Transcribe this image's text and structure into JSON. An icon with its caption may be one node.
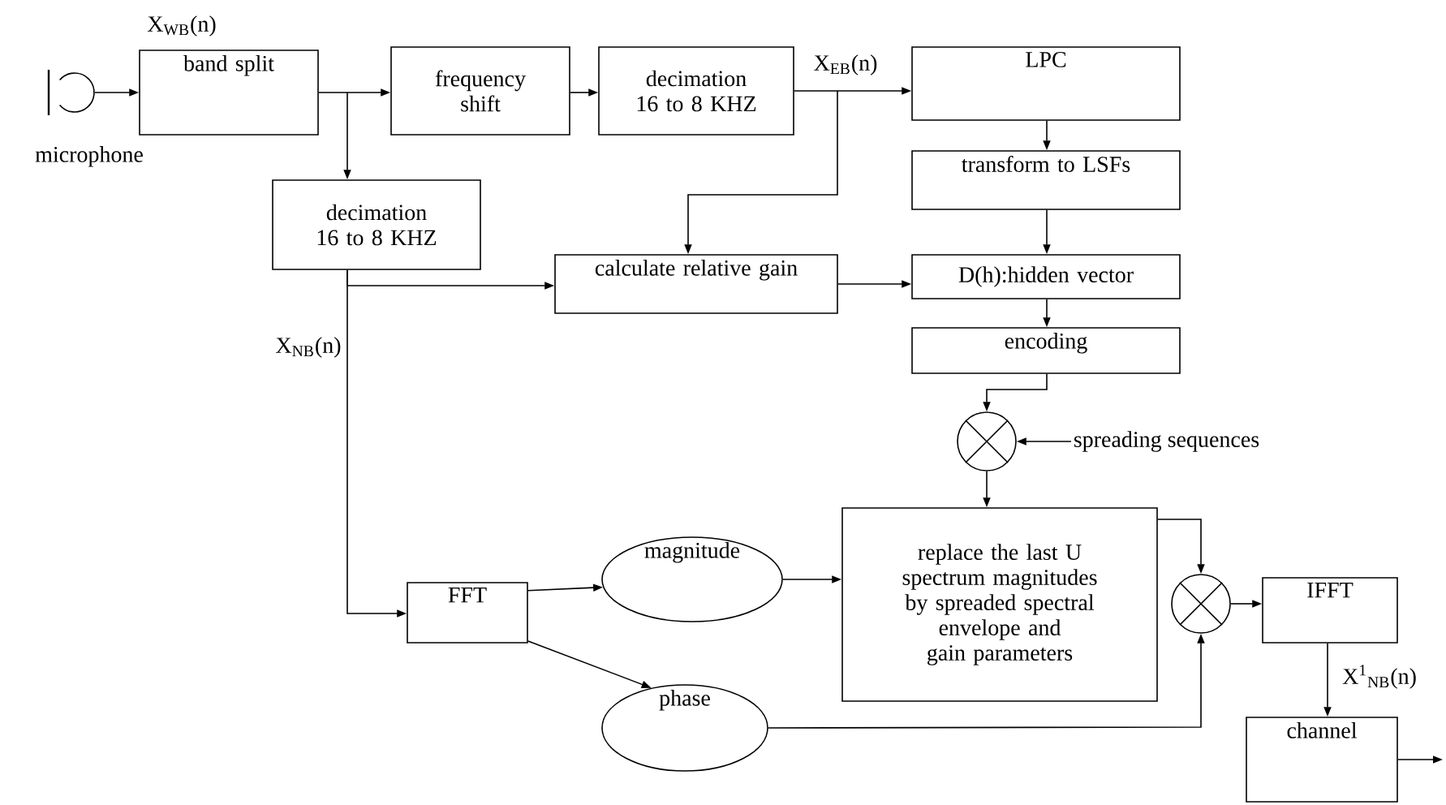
{
  "diagram": {
    "nodes": [
      {
        "text": [
          "microphone"
        ]
      },
      {
        "text": [
          "band split"
        ]
      },
      {
        "text": [
          "frequency shift"
        ]
      },
      {
        "text": [
          "decimation 16 to 8 KHZ"
        ]
      },
      {
        "text": [
          "LPC"
        ]
      },
      {
        "text": [
          "transform to LSFs"
        ]
      },
      {
        "text": [
          "decimation 16 to 8 KHZ"
        ]
      },
      {
        "text": [
          "calculate relative gain"
        ]
      },
      {
        "text": [
          "D(h):hidden vector"
        ]
      },
      {
        "text": [
          "encoding"
        ]
      },
      {
        "text": [],
        "shape": "circle"
      },
      {
        "text": [
          "spreading sequences"
        ]
      },
      {
        "text": [
          "FFT"
        ]
      },
      {
        "text": [
          "magnitude"
        ]
      },
      {
        "text": [
          "phase"
        ]
      },
      {
        "text": [
          "replace the last U spectrum magnitudes by spreaded spectral envelope and gain parameters"
        ]
      },
      {
        "text": [],
        "shape": "circle"
      },
      {
        "text": [
          "IFFT"
        ]
      },
      {
        "text": [
          "channel"
        ]
      }
    ],
    "edges": [
      {
        "from": 0,
        "to": 1,
        "arrow": "to"
      },
      {
        "from": 1,
        "to": 2,
        "arrow": "to"
      },
      {
        "from": 1,
        "to": 6,
        "arrow": "to"
      },
      {
        "from": 2,
        "to": 3,
        "arrow": "to"
      },
      {
        "from": 3,
        "to": 4,
        "arrow": "to"
      },
      {
        "from": 3,
        "to": 7,
        "arrow": "to"
      },
      {
        "from": 4,
        "to": 5,
        "arrow": "to"
      },
      {
        "from": 5,
        "to": 8,
        "arrow": "to"
      },
      {
        "from": 8,
        "to": 9,
        "arrow": "to"
      },
      {
        "from": 6,
        "to": 7,
        "arrow": "to"
      },
      {
        "from": 6,
        "to": 12,
        "arrow": "to"
      },
      {
        "from": 7,
        "to": 8,
        "arrow": "to"
      },
      {
        "from": 9,
        "to": 10,
        "arrow": "to"
      },
      {
        "from": 11,
        "to": 10,
        "arrow": "to"
      },
      {
        "from": 10,
        "to": 15,
        "arrow": "to"
      },
      {
        "from": 12,
        "to": 13,
        "arrow": "to"
      },
      {
        "from": 12,
        "to": 14,
        "arrow": "to"
      },
      {
        "from": 13,
        "to": 15,
        "arrow": "to"
      },
      {
        "from": 15,
        "to": 16,
        "arrow": "to"
      },
      {
        "from": 14,
        "to": 16,
        "arrow": "to"
      },
      {
        "from": 16,
        "to": 17,
        "arrow": "to"
      },
      {
        "from": 17,
        "to": 18,
        "arrow": "to"
      },
      {
        "from": 18,
        "to": null,
        "arrow": "to"
      }
    ],
    "labels": [
      "X$_{WB}$(n)",
      "X$_{EB}$(n)",
      "X$_{NB}$(n)",
      "X$^{1}$$_{NB}$(n)"
    ]
  }
}
